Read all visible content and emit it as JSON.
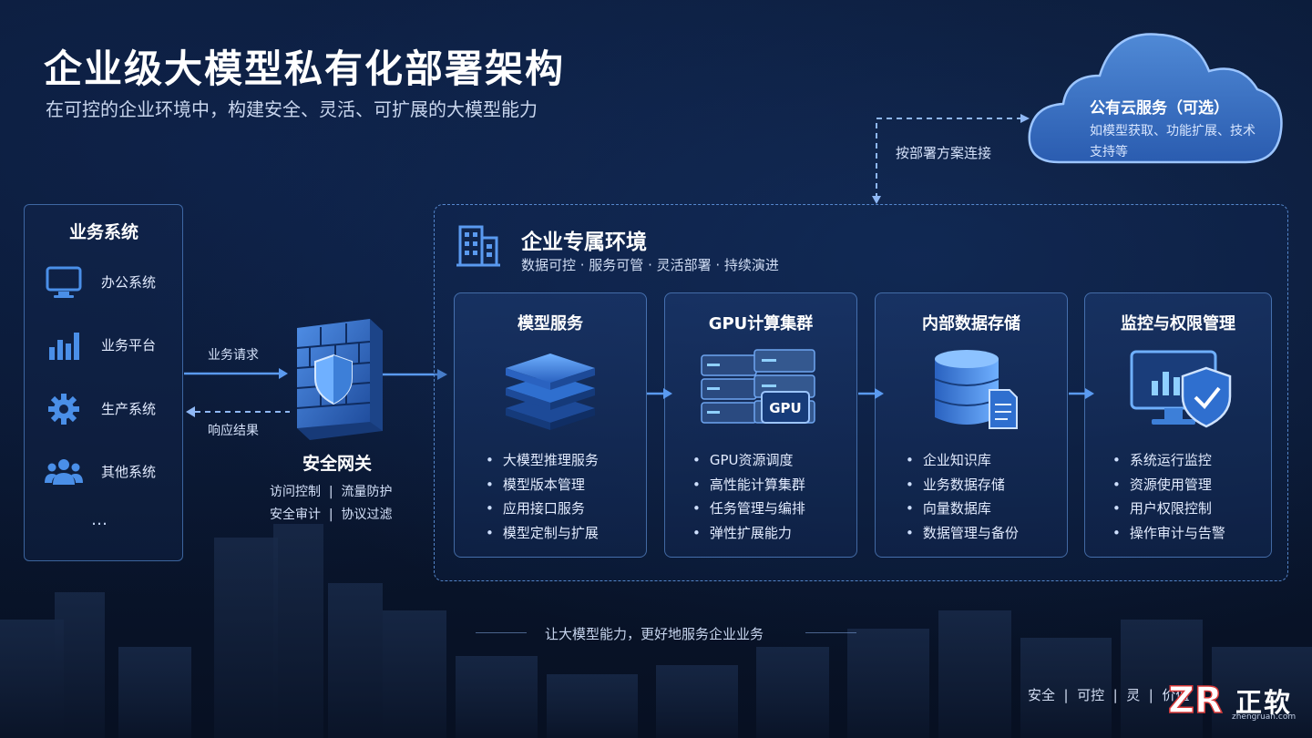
{
  "title": "企业级大模型私有化部署架构",
  "subtitle": "在可控的企业环境中，构建安全、灵活、可扩展的大模型能力",
  "cloud": {
    "title": "公有云服务（可选）",
    "desc": "如模型获取、功能扩展、技术支持等",
    "connect_label": "按部署方案连接"
  },
  "business": {
    "title": "业务系统",
    "items": [
      {
        "label": "办公系统",
        "icon": "monitor-icon"
      },
      {
        "label": "业务平台",
        "icon": "bar-chart-icon"
      },
      {
        "label": "生产系统",
        "icon": "gear-icon"
      },
      {
        "label": "其他系统",
        "icon": "users-icon"
      }
    ],
    "more": "…"
  },
  "flow": {
    "request": "业务请求",
    "response": "响应结果"
  },
  "gateway": {
    "title": "安全网关",
    "line1": "访问控制  |  流量防护",
    "line2": "安全审计  |  协议过滤"
  },
  "environment": {
    "title": "企业专属环境",
    "subtitle": "数据可控 · 服务可管 · 灵活部署 · 持续演进",
    "cards": [
      {
        "title": "模型服务",
        "icon": "layers-icon",
        "items": [
          "大模型推理服务",
          "模型版本管理",
          "应用接口服务",
          "模型定制与扩展"
        ]
      },
      {
        "title": "GPU计算集群",
        "icon": "server-gpu-icon",
        "badge": "GPU",
        "items": [
          "GPU资源调度",
          "高性能计算集群",
          "任务管理与编排",
          "弹性扩展能力"
        ]
      },
      {
        "title": "内部数据存储",
        "icon": "database-icon",
        "items": [
          "企业知识库",
          "业务数据存储",
          "向量数据库",
          "数据管理与备份"
        ]
      },
      {
        "title": "监控与权限管理",
        "icon": "monitor-shield-icon",
        "items": [
          "系统运行监控",
          "资源使用管理",
          "用户权限控制",
          "操作审计与告警"
        ]
      }
    ]
  },
  "tagline": "让大模型能力，更好地服务企业业务",
  "footer": "安全  |  可控  |  灵  |  价值",
  "logo": {
    "text": "正软",
    "sub": "zhengruan.com",
    "mark": "ZR"
  },
  "colors": {
    "accent": "#4a8fe8",
    "background": "#0b1a36",
    "card_border": "#6ea5f0"
  }
}
